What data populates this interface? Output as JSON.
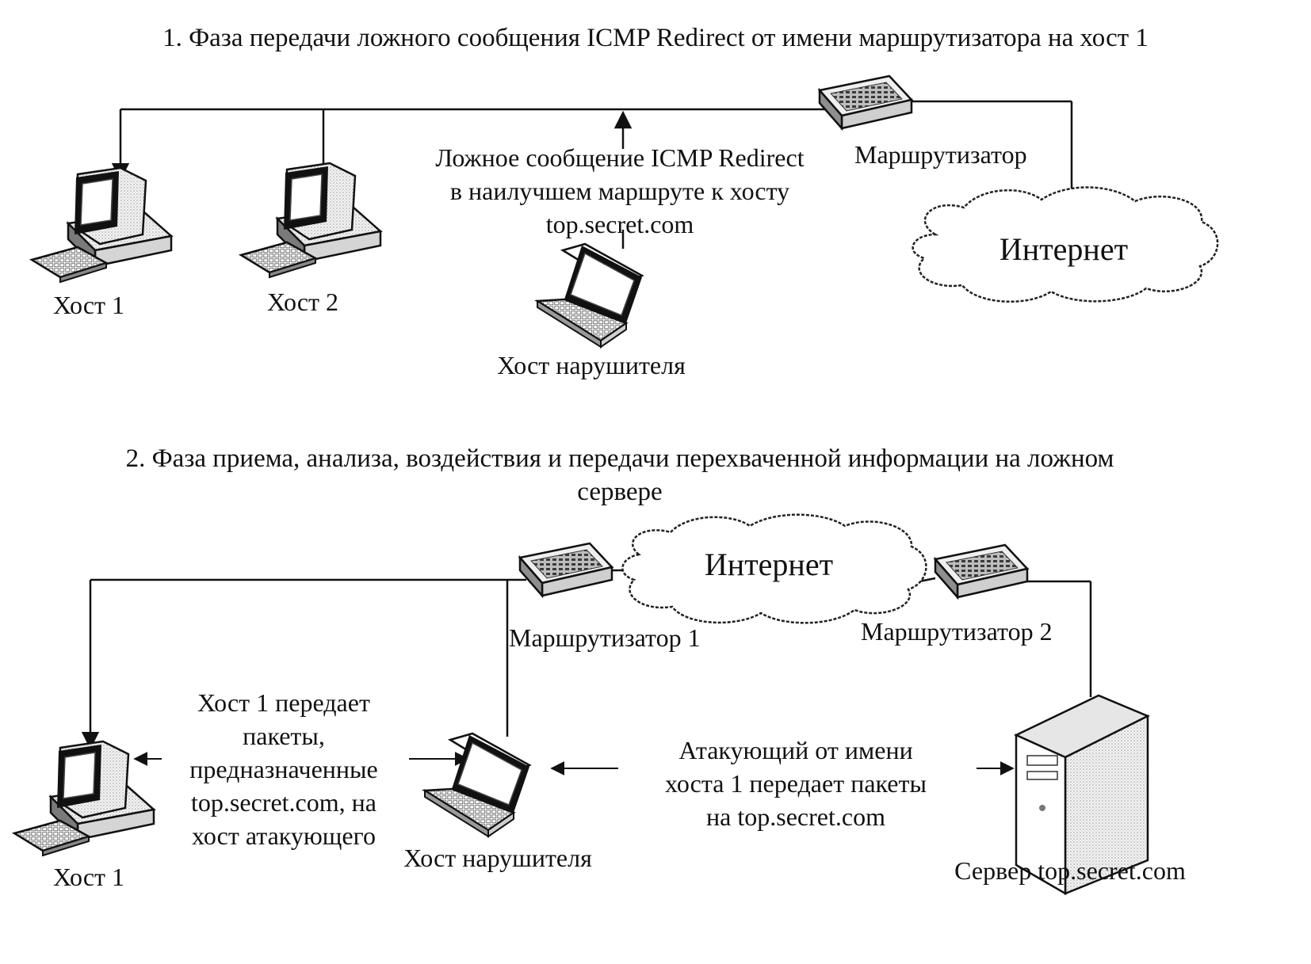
{
  "phase1": {
    "title": "1. Фаза передачи ложного сообщения ICMP Redirect от имени маршрутизатора на хост 1",
    "router_label": "Маршрутизатор",
    "internet_label": "Интернет",
    "host1_label": "Хост 1",
    "host2_label": "Хост 2",
    "attacker_label": "Хост нарушителя",
    "message_lines": [
      "Ложное сообщение ICMP Redirect",
      "в наилучшем маршруте к хосту",
      "top.secret.com"
    ]
  },
  "phase2": {
    "title_lines": [
      "2. Фаза приема, анализа, воздействия и передачи перехваченной информации на ложном",
      "сервере"
    ],
    "internet_label": "Интернет",
    "router1_label": "Маршрутизатор 1",
    "router2_label": "Маршрутизатор 2",
    "host1_label": "Хост 1",
    "attacker_label": "Хост нарушителя",
    "server_label": "Сервер top.secret.com",
    "left_message_lines": [
      "Хост 1 передает",
      "пакеты,",
      "предназначенные",
      "top.secret.com, на",
      "хост атакующего"
    ],
    "right_message_lines": [
      "Атакующий от имени",
      "хоста 1 передает пакеты",
      "на top.secret.com"
    ]
  },
  "icons": {
    "router": "router-icon",
    "desktop": "desktop-computer-icon",
    "laptop": "laptop-icon",
    "server": "server-tower-icon",
    "cloud": "internet-cloud-icon"
  }
}
